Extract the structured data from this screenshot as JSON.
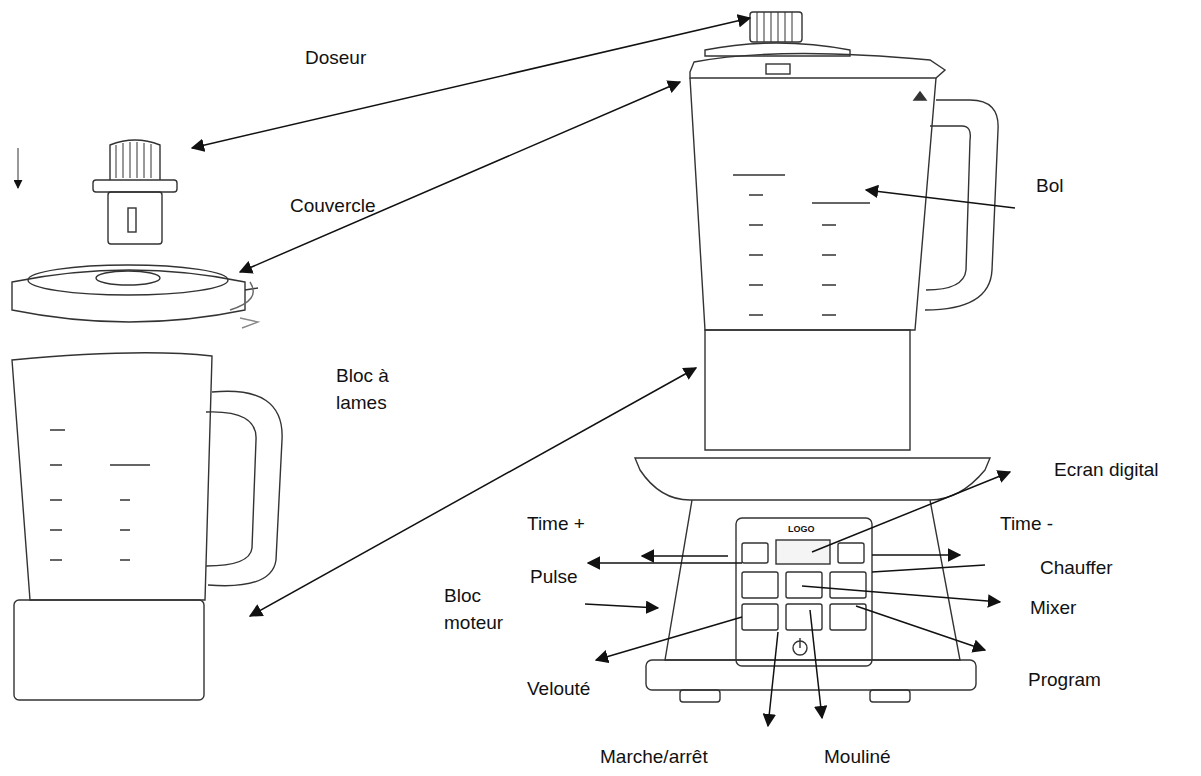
{
  "diagram": {
    "labels": [
      "Doseur",
      "Couvercle",
      "Bol",
      "Bloc à lames",
      "Bloc moteur",
      "Ecran digital",
      "Time +",
      "Time -",
      "Pulse",
      "Chauffer",
      "Mixer",
      "Program",
      "Velouté",
      "Marche/arrêt",
      "Mouliné",
      "LOGO"
    ]
  }
}
